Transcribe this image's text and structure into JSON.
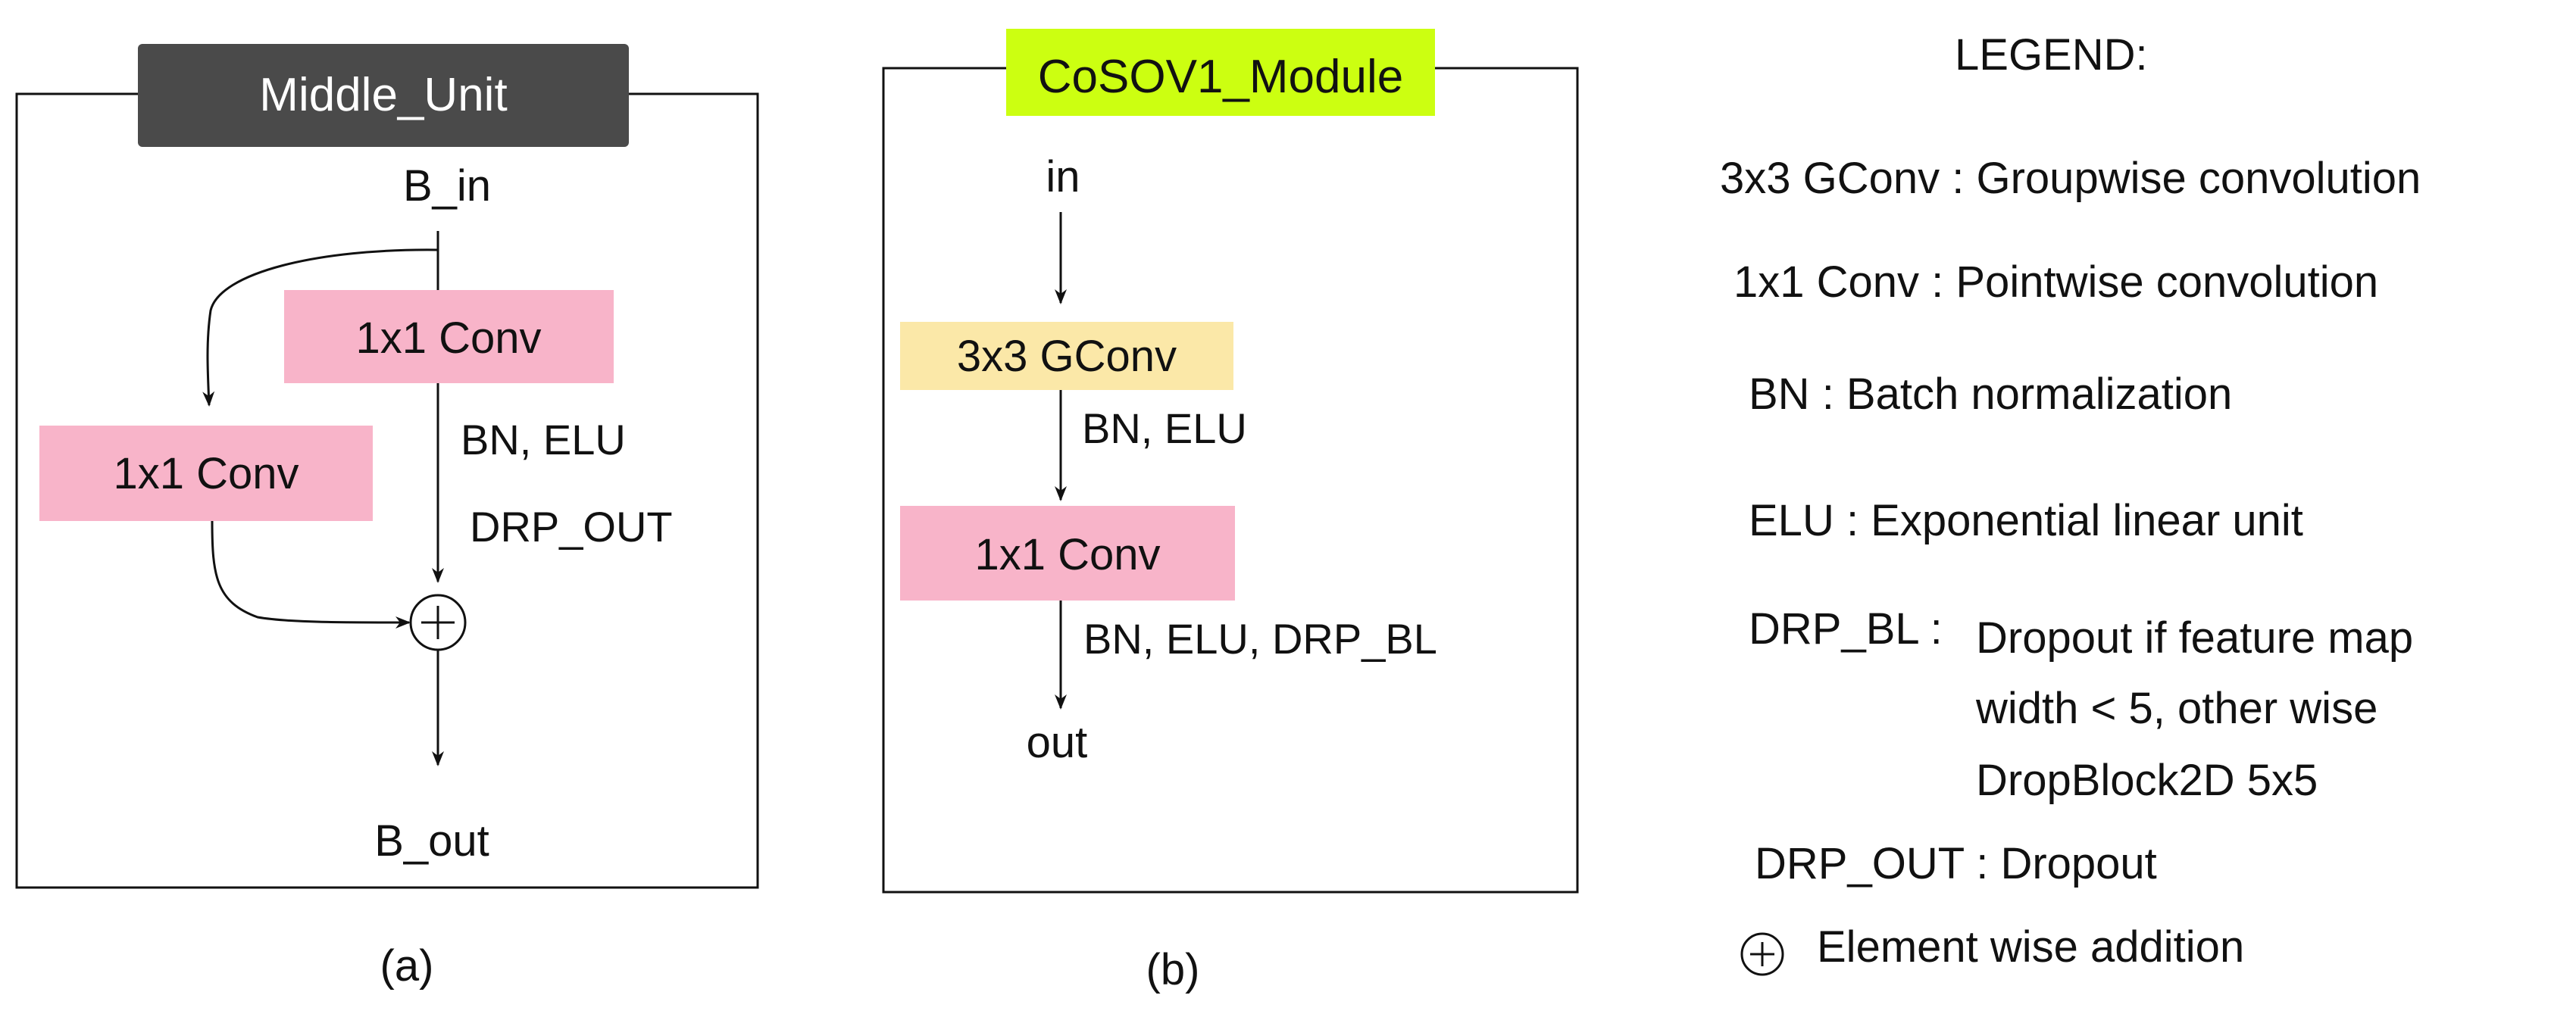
{
  "panel_a": {
    "title": "Middle_Unit",
    "input": "B_in",
    "conv_main": "1x1 Conv",
    "conv_skip": "1x1 Conv",
    "label_bn_elu": "BN, ELU",
    "label_drp_out": "DRP_OUT",
    "output": "B_out",
    "caption": "(a)"
  },
  "panel_b": {
    "title": "CoSOV1_Module",
    "input": "in",
    "gconv": "3x3 GConv",
    "label_bn_elu": "BN, ELU",
    "conv": "1x1 Conv",
    "label_bn_elu_drp": "BN, ELU, DRP_BL",
    "output": "out",
    "caption": "(b)"
  },
  "legend": {
    "title": "LEGEND:",
    "entries": [
      {
        "term": "3x3  GConv",
        "sep": " : ",
        "desc": "Groupwise convolution"
      },
      {
        "term": "1x1 Conv",
        "sep": " : ",
        "desc": "Pointwise convolution"
      },
      {
        "term": "BN",
        "sep": " : ",
        "desc": "Batch normalization"
      },
      {
        "term": "ELU",
        "sep": " : ",
        "desc": "Exponential linear unit"
      },
      {
        "term": "DRP_BL :",
        "desc_lines": [
          "Dropout if feature map",
          "width < 5, other wise",
          "DropBlock2D 5x5"
        ]
      },
      {
        "term": "DRP_OUT",
        "sep": " : ",
        "desc": "Dropout"
      },
      {
        "desc": "Element wise addition"
      }
    ]
  },
  "colors": {
    "pink_box": "#f8b4c9",
    "yellow_box": "#fbe8a8",
    "title_dark": "#4a4a4a",
    "title_green": "#ccff11"
  }
}
